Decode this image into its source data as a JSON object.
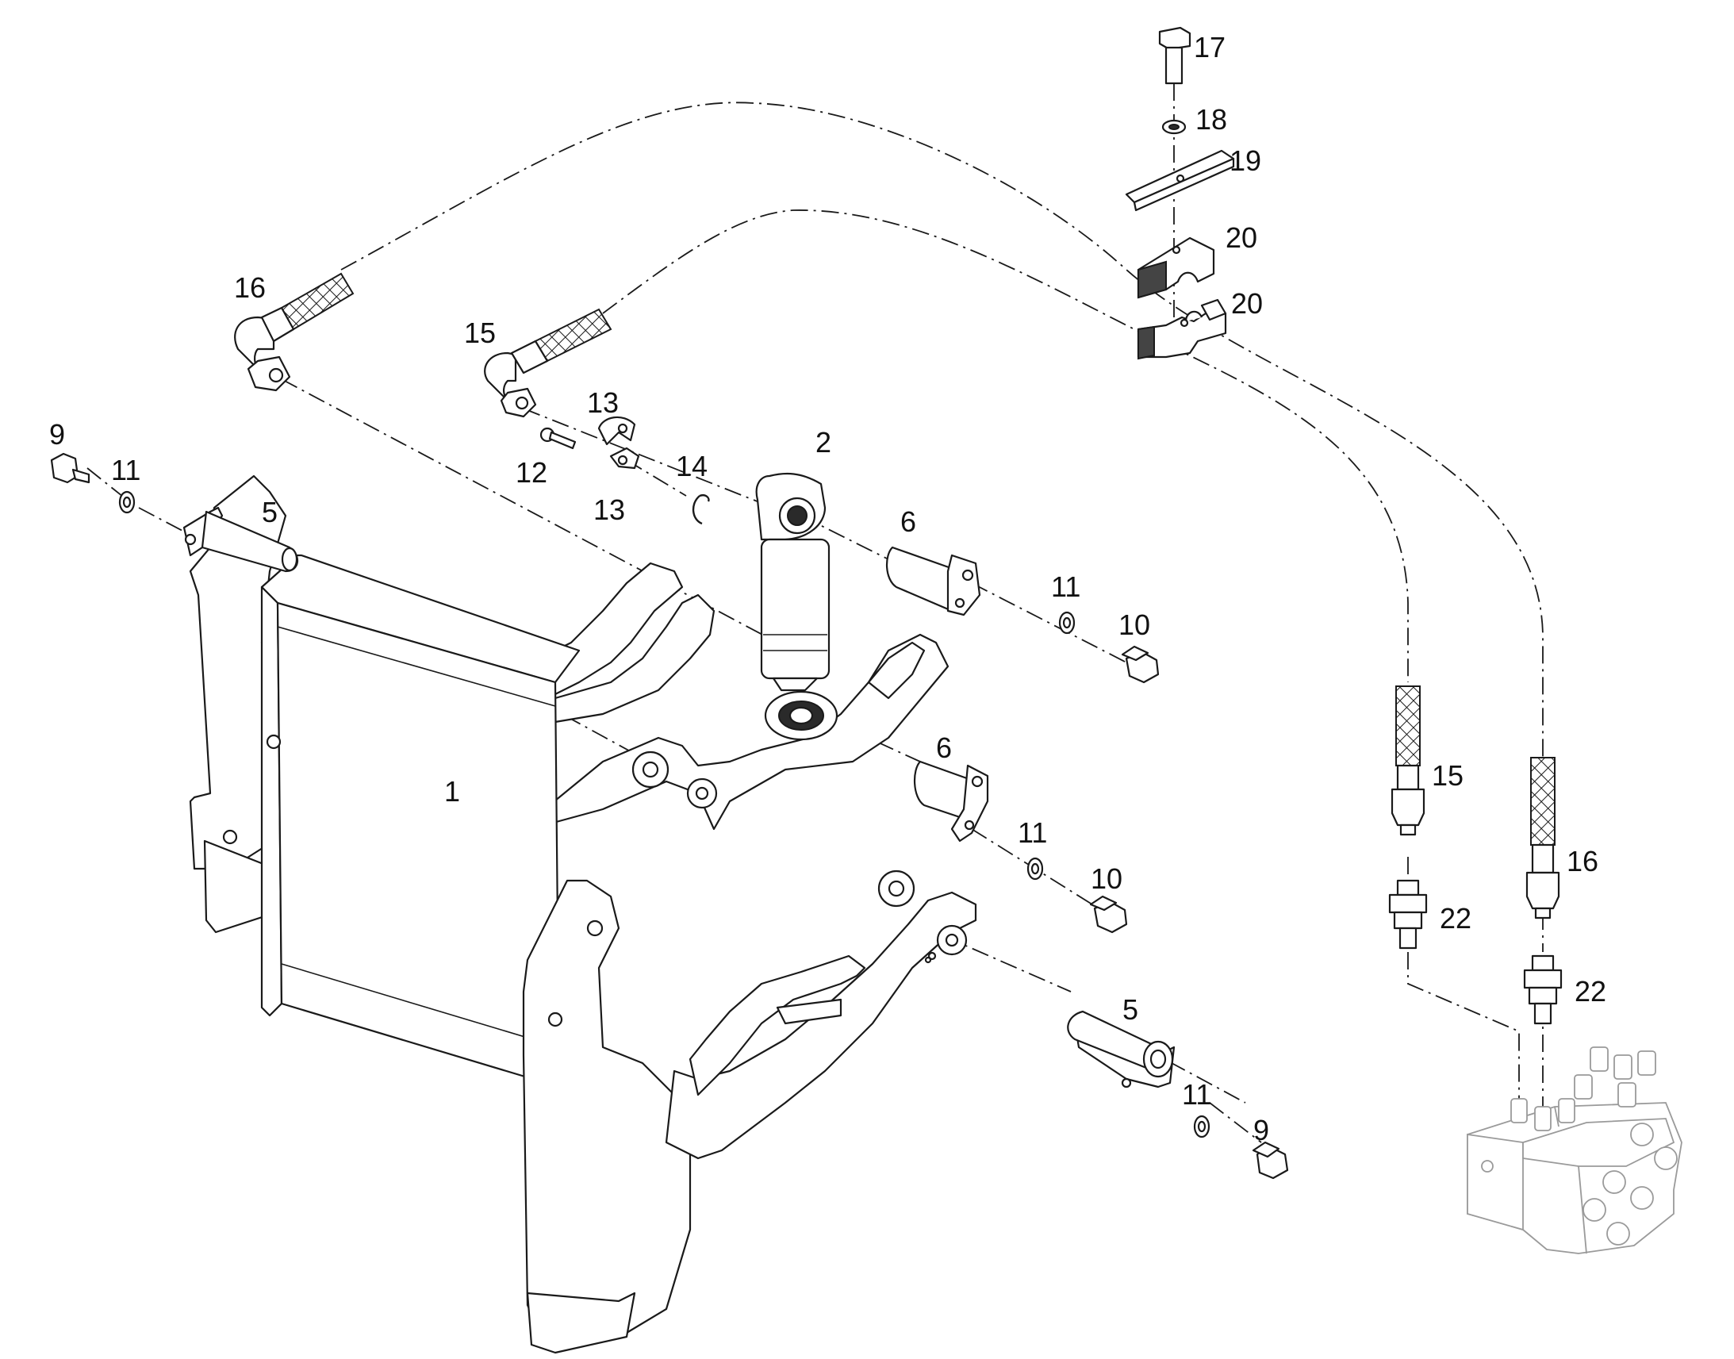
{
  "callouts": [
    {
      "id": "c1",
      "text": "1"
    },
    {
      "id": "c2",
      "text": "2"
    },
    {
      "id": "c5a",
      "text": "5"
    },
    {
      "id": "c5b",
      "text": "5"
    },
    {
      "id": "c6a",
      "text": "6"
    },
    {
      "id": "c6b",
      "text": "6"
    },
    {
      "id": "c9a",
      "text": "9"
    },
    {
      "id": "c9b",
      "text": "9"
    },
    {
      "id": "c10a",
      "text": "10"
    },
    {
      "id": "c10b",
      "text": "10"
    },
    {
      "id": "c11a",
      "text": "11"
    },
    {
      "id": "c11b",
      "text": "11"
    },
    {
      "id": "c11c",
      "text": "11"
    },
    {
      "id": "c11d",
      "text": "11"
    },
    {
      "id": "c12",
      "text": "12"
    },
    {
      "id": "c13a",
      "text": "13"
    },
    {
      "id": "c13b",
      "text": "13"
    },
    {
      "id": "c14",
      "text": "14"
    },
    {
      "id": "c15a",
      "text": "15"
    },
    {
      "id": "c15b",
      "text": "15"
    },
    {
      "id": "c16a",
      "text": "16"
    },
    {
      "id": "c16b",
      "text": "16"
    },
    {
      "id": "c17",
      "text": "17"
    },
    {
      "id": "c18",
      "text": "18"
    },
    {
      "id": "c19",
      "text": "19"
    },
    {
      "id": "c20a",
      "text": "20"
    },
    {
      "id": "c20b",
      "text": "20"
    },
    {
      "id": "c22a",
      "text": "22"
    },
    {
      "id": "c22b",
      "text": "22"
    }
  ]
}
